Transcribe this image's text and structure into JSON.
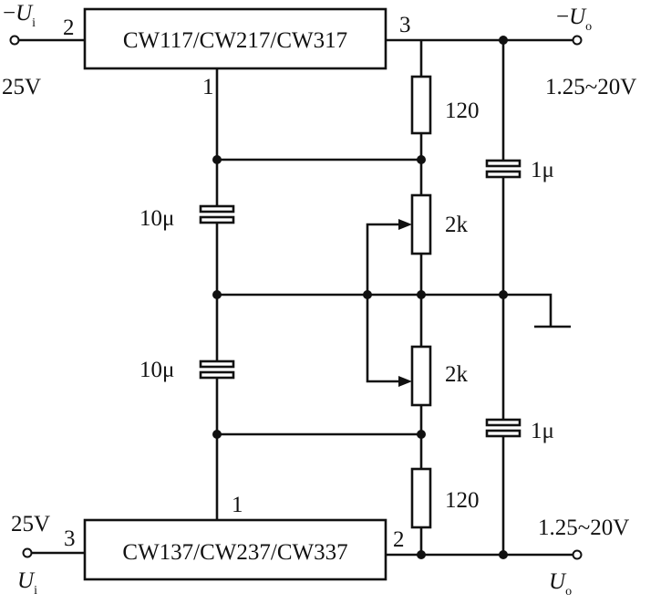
{
  "top_regulator": {
    "part": "CW117/CW217/CW317",
    "pin_in": "2",
    "pin_adj": "1",
    "pin_out": "3"
  },
  "bottom_regulator": {
    "part": "CW137/CW237/CW337",
    "pin_in": "3",
    "pin_adj": "1",
    "pin_out": "2"
  },
  "input_top": {
    "prefix": "−",
    "symbol": "U",
    "subscript": "i",
    "voltage": "25V"
  },
  "input_bottom": {
    "symbol": "U",
    "subscript": "i",
    "voltage": "25V"
  },
  "output_top": {
    "prefix": "−",
    "symbol": "U",
    "subscript": "o",
    "range": "1.25~20V"
  },
  "output_bottom": {
    "symbol": "U",
    "subscript": "o",
    "range": "1.25~20V"
  },
  "components": {
    "r_top": "120",
    "r_bottom": "120",
    "pot_top": "2k",
    "pot_bottom": "2k",
    "c_adj_top": "10μ",
    "c_adj_bottom": "10μ",
    "c_out_top": "1μ",
    "c_out_bottom": "1μ"
  }
}
